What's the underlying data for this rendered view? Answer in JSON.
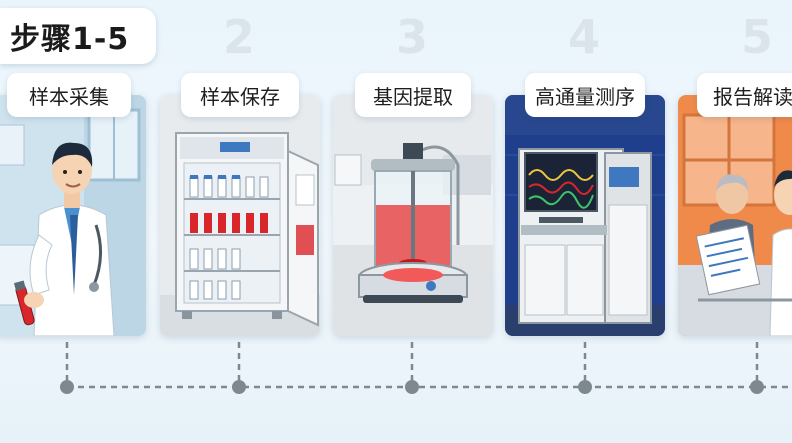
{
  "title": "步骤1-5",
  "steps": [
    {
      "number": "",
      "label": "样本采集"
    },
    {
      "number": "2",
      "label": "样本保存"
    },
    {
      "number": "3",
      "label": "基因提取"
    },
    {
      "number": "4",
      "label": "高通量测序"
    },
    {
      "number": "5",
      "label": "报告解读"
    }
  ],
  "colors": {
    "accent_dark": "#1f3e8c",
    "timeline": "#7d8891",
    "blood_red": "#d9262b",
    "orange_bg": "#f08a4b"
  }
}
